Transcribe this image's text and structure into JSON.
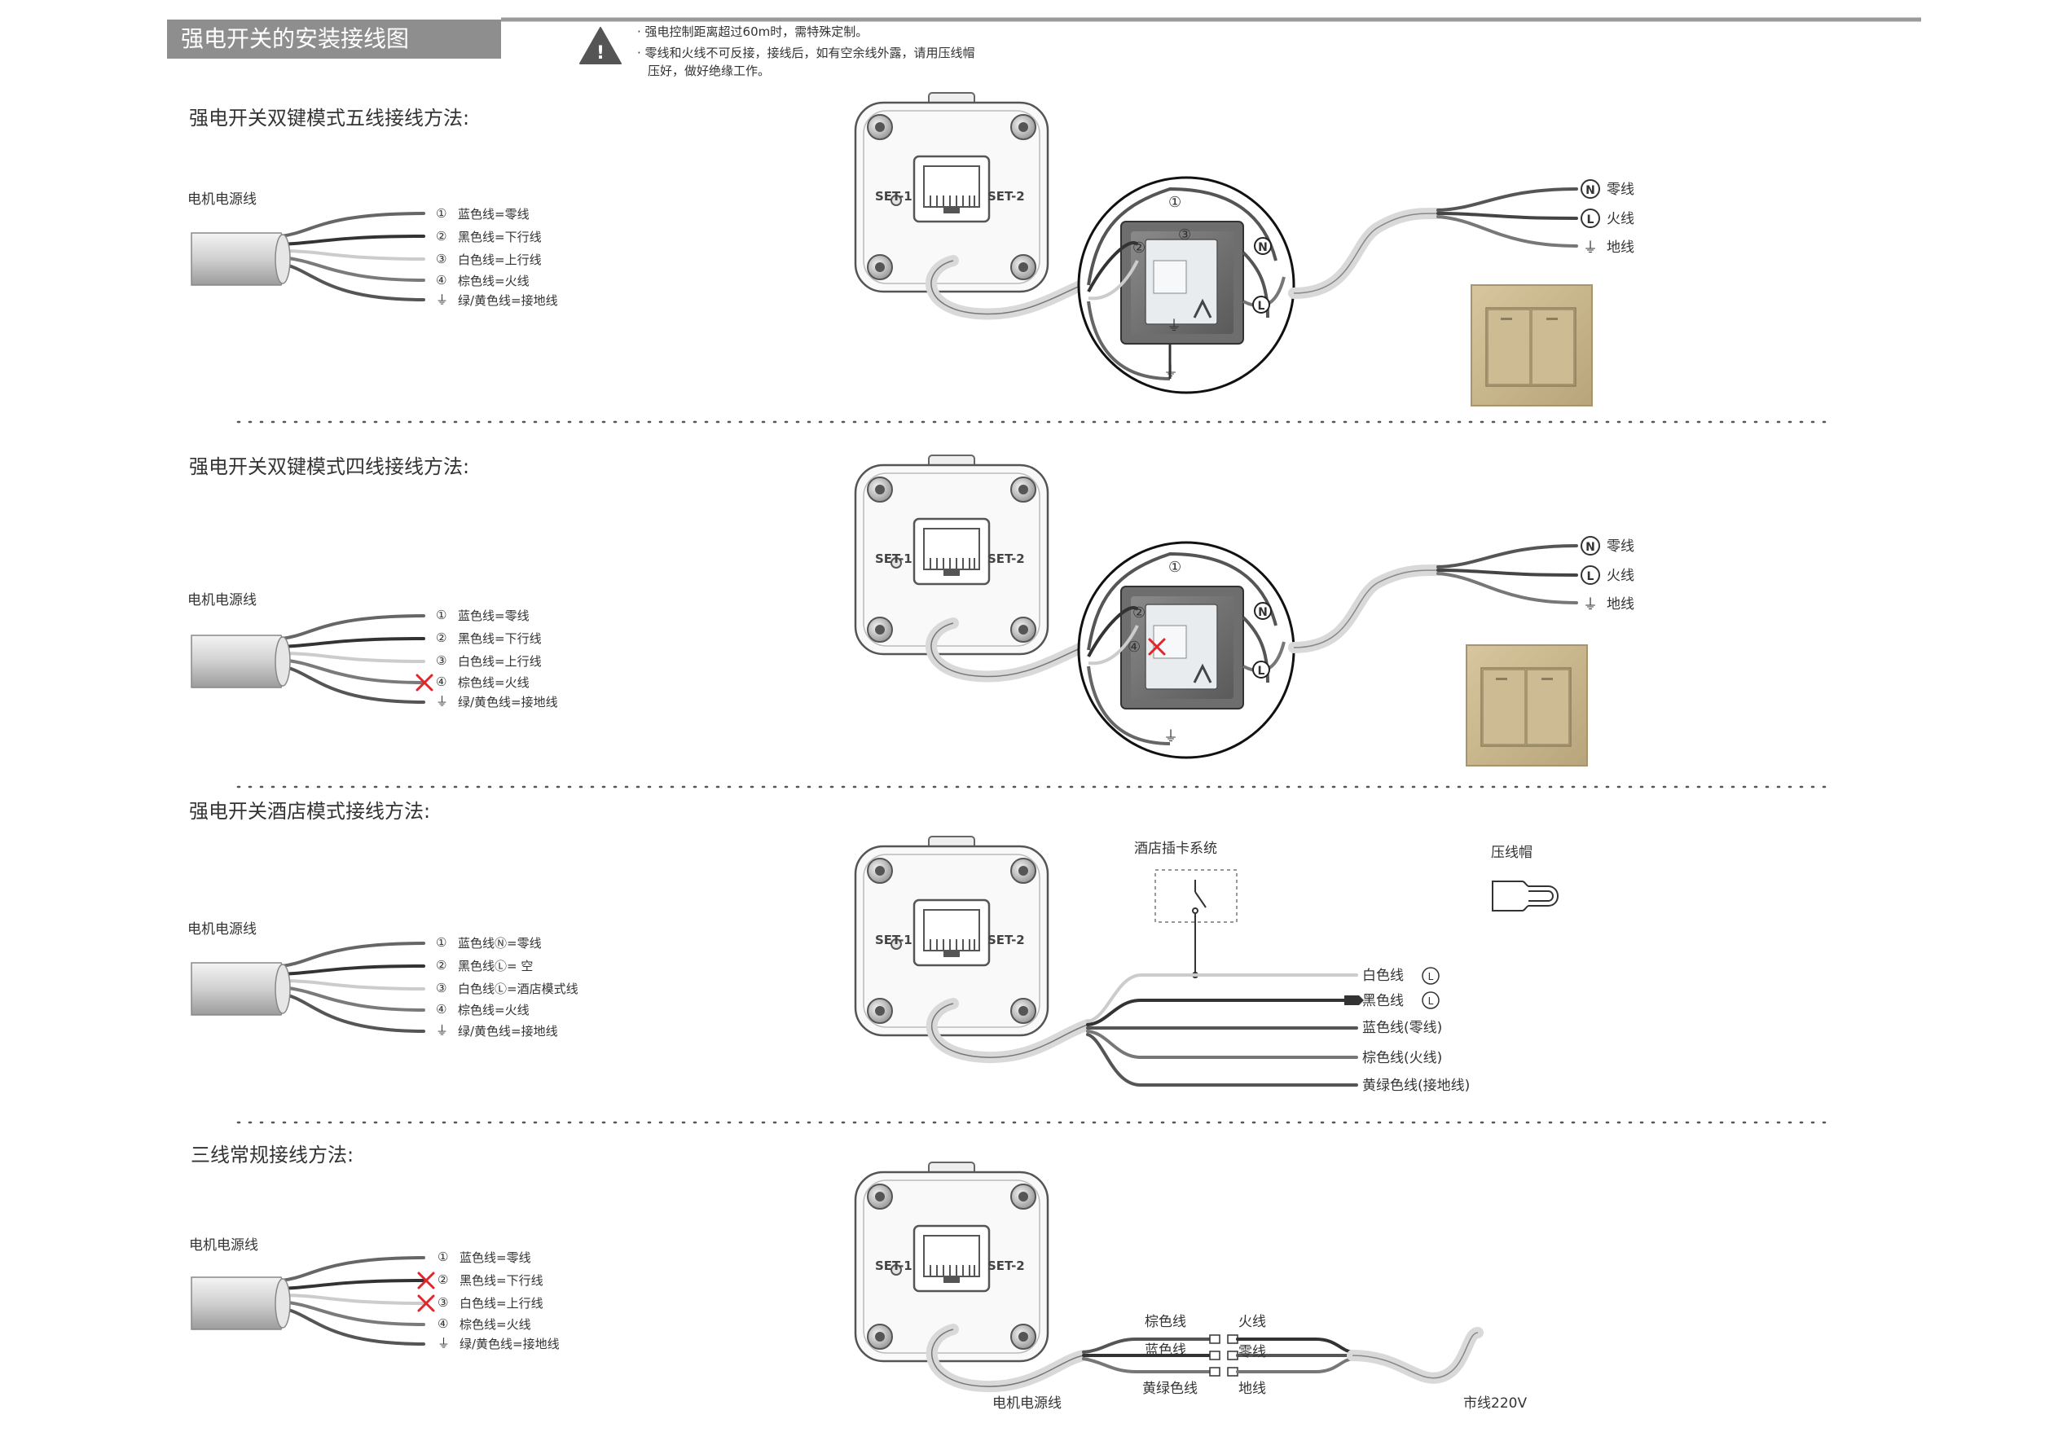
{
  "header": {
    "title": "强电开关的安装接线图",
    "warning_line1": "· 强电控制距离超过60m时，需特殊定制。",
    "warning_line2": "· 零线和火线不可反接，接线后，如有空余线外露，请用压线帽",
    "warning_line3": "压好，做好绝缘工作。"
  },
  "sections": [
    {
      "heading": "强电开关双键模式五线接线方法:",
      "cable_label": "电机电源线",
      "wires": [
        {
          "num": "①",
          "text": "蓝色线=零线",
          "crossed": false
        },
        {
          "num": "②",
          "text": "黑色线=下行线",
          "crossed": false
        },
        {
          "num": "③",
          "text": "白色线=上行线",
          "crossed": false
        },
        {
          "num": "④",
          "text": "棕色线=火线",
          "crossed": false
        },
        {
          "num": "⏚",
          "text": "绿/黄色线=接地线",
          "crossed": false
        }
      ],
      "mains": [
        {
          "sym": "N",
          "text": "零线"
        },
        {
          "sym": "L",
          "text": "火线"
        },
        {
          "sym": "⏚",
          "text": "地线"
        }
      ]
    },
    {
      "heading": "强电开关双键模式四线接线方法:",
      "cable_label": "电机电源线",
      "wires": [
        {
          "num": "①",
          "text": "蓝色线=零线",
          "crossed": false
        },
        {
          "num": "②",
          "text": "黑色线=下行线",
          "crossed": false
        },
        {
          "num": "③",
          "text": "白色线=上行线",
          "crossed": false
        },
        {
          "num": "④",
          "text": "棕色线=火线",
          "crossed": true
        },
        {
          "num": "⏚",
          "text": "绿/黄色线=接地线",
          "crossed": false
        }
      ],
      "mains": [
        {
          "sym": "N",
          "text": "零线"
        },
        {
          "sym": "L",
          "text": "火线"
        },
        {
          "sym": "⏚",
          "text": "地线"
        }
      ]
    },
    {
      "heading": "强电开关酒店模式接线方法:",
      "cable_label": "电机电源线",
      "wires": [
        {
          "num": "①",
          "text": "蓝色线Ⓝ=零线",
          "crossed": false
        },
        {
          "num": "②",
          "text": "黑色线Ⓛ= 空",
          "crossed": false
        },
        {
          "num": "③",
          "text": "白色线Ⓛ=酒店模式线",
          "crossed": false
        },
        {
          "num": "④",
          "text": "棕色线=火线",
          "crossed": false
        },
        {
          "num": "⏚",
          "text": "绿/黄色线=接地线",
          "crossed": false
        }
      ],
      "hotel_card_label": "酒店插卡系统",
      "cap_label": "压线帽",
      "hotel_wires": [
        "白色线",
        "黑色线",
        "蓝色线(零线)",
        "棕色线(火线)",
        "黄绿色线(接地线)"
      ]
    },
    {
      "heading": "三线常规接线方法:",
      "cable_label": "电机电源线",
      "wires": [
        {
          "num": "①",
          "text": "蓝色线=零线",
          "crossed": false
        },
        {
          "num": "②",
          "text": "黑色线=下行线",
          "crossed": true
        },
        {
          "num": "③",
          "text": "白色线=上行线",
          "crossed": true
        },
        {
          "num": "④",
          "text": "棕色线=火线",
          "crossed": false
        },
        {
          "num": "⏚",
          "text": "绿/黄色线=接地线",
          "crossed": false
        }
      ],
      "conn_left": [
        "棕色线",
        "蓝色线",
        "黄绿色线"
      ],
      "conn_right": [
        "火线",
        "零线",
        "地线"
      ],
      "bottom_left": "电机电源线",
      "bottom_right": "市线220V"
    }
  ],
  "device": {
    "set1": "SET-1",
    "set2": "SET-2"
  },
  "terminal_labels": {
    "n": "N",
    "l": "L",
    "one": "①",
    "two": "②",
    "three": "③",
    "four": "④",
    "ground": "⏚",
    "small_l": "L"
  },
  "colors": {
    "header_bg": "#8e8e8e",
    "panel": "#c8b48d",
    "cross": "#e0262a",
    "wire_dark": "#444444",
    "wire_mid": "#777777",
    "wire_light": "#cccccc"
  }
}
